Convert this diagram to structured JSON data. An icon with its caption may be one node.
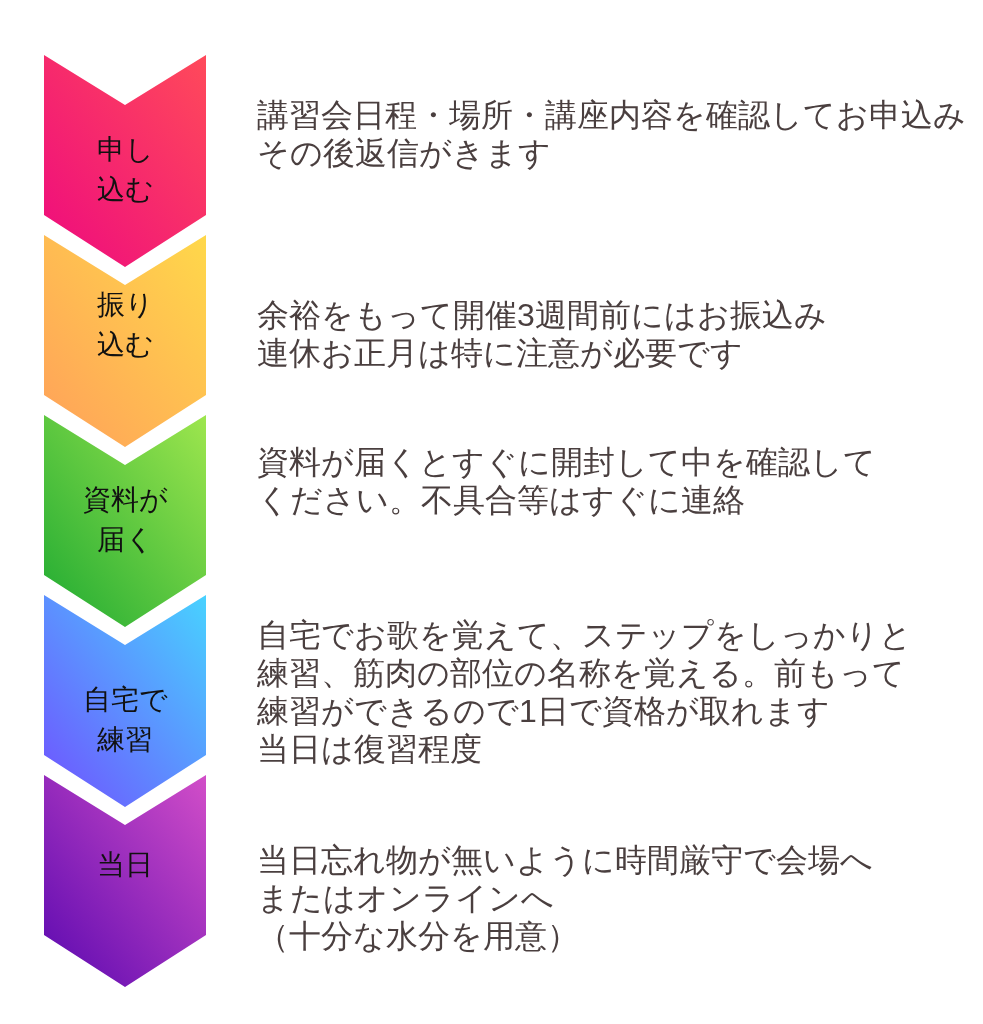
{
  "diagram": {
    "nodes": [
      {
        "text": [
          "申し込む"
        ],
        "beside": [
          "講習会日程・場所・講座内容を確認してお申込み",
          "その後返信がきます"
        ]
      },
      {
        "text": [
          "振り込む"
        ],
        "beside": [
          "余裕をもって開催3週間前にはお振込み",
          "連休お正月は特に注意が必要です"
        ]
      },
      {
        "text": [
          "資料が届く"
        ],
        "beside": [
          "資料が届くとすぐに開封して中を確認してください。不具合等はすぐに連絡"
        ]
      },
      {
        "text": [
          "自宅で練習"
        ],
        "beside": [
          "自宅でお歌を覚えて、ステップをしっかりと練習、筋肉の部位の名称を覚える。前もって練習ができるので1日で資格が取れます",
          "当日は復習程度"
        ]
      },
      {
        "text": [
          "当日"
        ],
        "beside": [
          "当日忘れ物が無いように時間厳守で会場へ",
          "またはオンラインへ",
          "（十分な水分を用意）"
        ]
      }
    ]
  }
}
